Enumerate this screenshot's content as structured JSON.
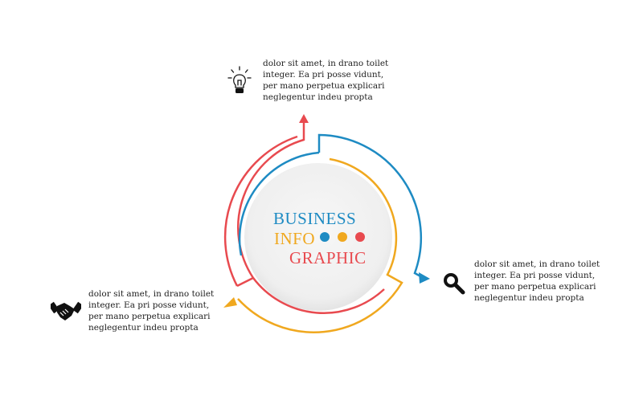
{
  "colors": {
    "red": "#e84a4f",
    "blue": "#1e8bc3",
    "orange": "#f0a81f",
    "circle_fill": "#f1f1f1",
    "text": "#222222"
  },
  "center": {
    "line1": "BUSINESS",
    "line2": "INFO",
    "line3": "GRAPHIC"
  },
  "blocks": {
    "top": {
      "icon": "lightbulb-icon",
      "lines": [
        "dolor sit amet, in drano toilet",
        "integer. Ea pri posse vidunt,",
        "per mano perpetua explicari",
        "neglegentur indeu propta"
      ]
    },
    "right": {
      "icon": "search-icon",
      "lines": [
        "dolor sit amet, in drano toilet",
        "integer. Ea pri posse vidunt,",
        "per mano perpetua explicari",
        "neglegentur indeu propta"
      ]
    },
    "left": {
      "icon": "handshake-icon",
      "lines": [
        "dolor sit amet, in drano toilet",
        "integer. Ea pri posse vidunt,",
        "per mano perpetua explicari",
        "neglegentur indeu propta"
      ]
    }
  }
}
